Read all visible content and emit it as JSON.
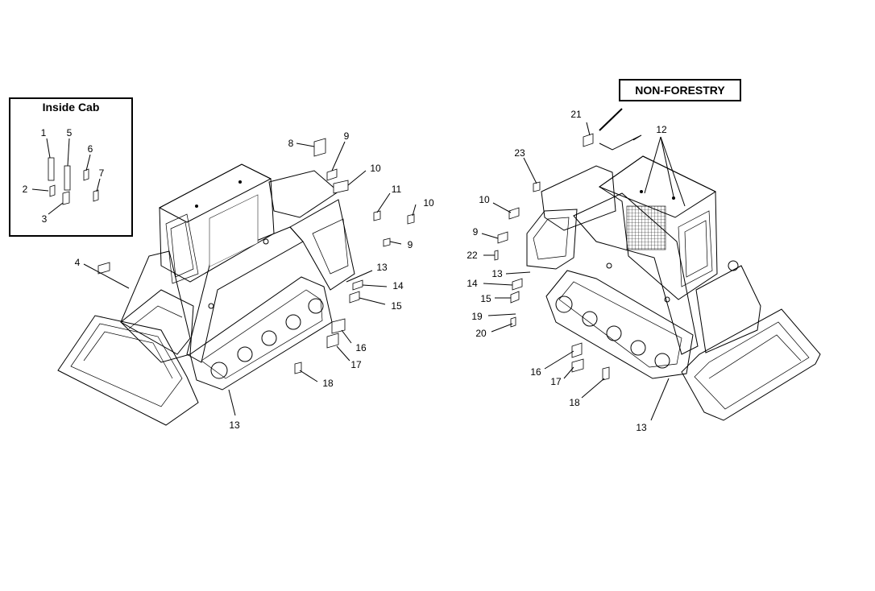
{
  "inset": {
    "title": "Inside Cab",
    "callouts": [
      "1",
      "5",
      "6",
      "7",
      "2",
      "3"
    ]
  },
  "tag": "NON-FORESTRY",
  "left_callouts": [
    "8",
    "9",
    "10",
    "11",
    "10",
    "9",
    "4",
    "13",
    "14",
    "15",
    "16",
    "17",
    "18",
    "13"
  ],
  "right_callouts": [
    "21",
    "12",
    "23",
    "10",
    "9",
    "22",
    "13",
    "14",
    "15",
    "19",
    "20",
    "16",
    "17",
    "18",
    "13"
  ]
}
